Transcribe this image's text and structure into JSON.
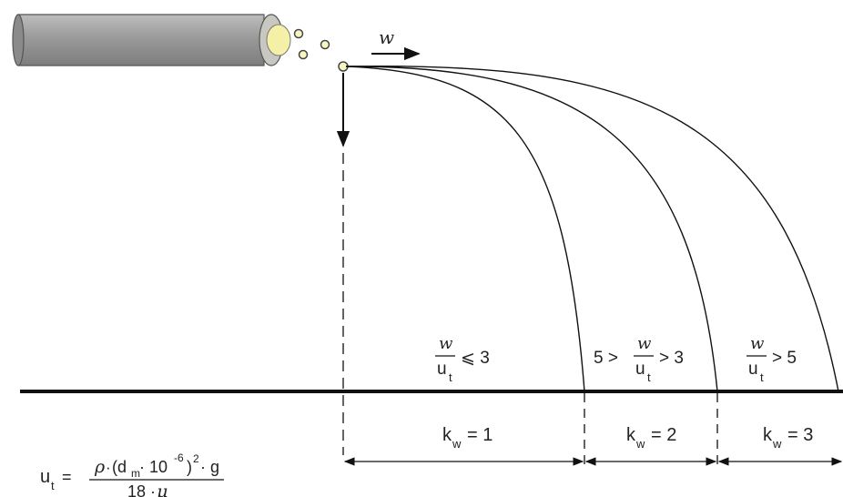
{
  "diagram": {
    "velocity_label": "w",
    "ratio_labels": [
      {
        "num": "w",
        "den": "u",
        "sub": "t",
        "prefix": "",
        "suffix": "⩽ 3"
      },
      {
        "num": "w",
        "den": "u",
        "sub": "t",
        "prefix": "5 >",
        "suffix": "> 3"
      },
      {
        "num": "w",
        "den": "u",
        "sub": "t",
        "prefix": "",
        "suffix": "> 5"
      }
    ],
    "k_labels": [
      {
        "k": "k",
        "sub": "w",
        "eq": "= 1"
      },
      {
        "k": "k",
        "sub": "w",
        "eq": "= 2"
      },
      {
        "k": "k",
        "sub": "w",
        "eq": "= 3"
      }
    ],
    "formula": {
      "lhs": "u",
      "lhs_sub": "t",
      "equals": "=",
      "rho": "ρ",
      "dot": "·",
      "paren_open": "(d",
      "d_sub": "m",
      "times_ten": "· 10",
      "exp": "-6",
      "paren_close": ")",
      "square": "2",
      "g": "· g",
      "den_num": "18 ·",
      "mu": "μ"
    },
    "colors": {
      "pipe": "#9a9a9a",
      "pipe_end": "#d8d8d0",
      "nozzle": "#f4f0a8",
      "lines": "#111111"
    }
  }
}
